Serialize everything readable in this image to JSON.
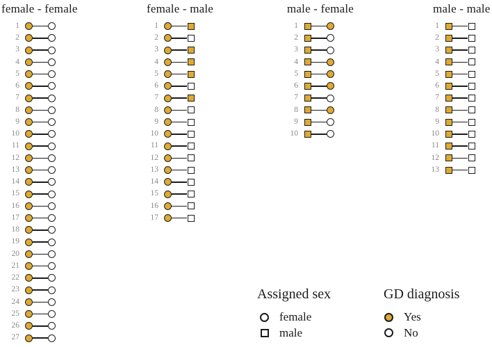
{
  "colors": {
    "gd_yes_fill": "#DDAA33",
    "marker_stroke": "#1B1B1B",
    "pair_number": "#8A8A8A",
    "background": "#FFFFFF"
  },
  "chart_data": {
    "type": "scatter",
    "subtype": "paired-dot-plot",
    "description": "Pairs of siblings/twins grouped by assigned-sex combination. Left marker = first member, right marker = second member. Shape encodes assigned sex (circle = female, square = male); gold fill = GD diagnosis Yes, white = No.",
    "legend_position": "bottom-right",
    "grid": false,
    "groups": [
      {
        "title": "female - female",
        "first_shape": "circle",
        "second_shape": "circle",
        "pairs": [
          {
            "n": 1,
            "first_gd": "Yes",
            "second_gd": "No"
          },
          {
            "n": 2,
            "first_gd": "Yes",
            "second_gd": "No"
          },
          {
            "n": 3,
            "first_gd": "Yes",
            "second_gd": "No"
          },
          {
            "n": 4,
            "first_gd": "Yes",
            "second_gd": "No"
          },
          {
            "n": 5,
            "first_gd": "Yes",
            "second_gd": "No"
          },
          {
            "n": 6,
            "first_gd": "Yes",
            "second_gd": "No"
          },
          {
            "n": 7,
            "first_gd": "Yes",
            "second_gd": "No"
          },
          {
            "n": 8,
            "first_gd": "Yes",
            "second_gd": "No"
          },
          {
            "n": 9,
            "first_gd": "Yes",
            "second_gd": "No"
          },
          {
            "n": 10,
            "first_gd": "Yes",
            "second_gd": "No"
          },
          {
            "n": 11,
            "first_gd": "Yes",
            "second_gd": "No"
          },
          {
            "n": 12,
            "first_gd": "Yes",
            "second_gd": "No"
          },
          {
            "n": 13,
            "first_gd": "Yes",
            "second_gd": "No"
          },
          {
            "n": 14,
            "first_gd": "Yes",
            "second_gd": "No"
          },
          {
            "n": 15,
            "first_gd": "Yes",
            "second_gd": "No"
          },
          {
            "n": 16,
            "first_gd": "Yes",
            "second_gd": "No"
          },
          {
            "n": 17,
            "first_gd": "Yes",
            "second_gd": "No"
          },
          {
            "n": 18,
            "first_gd": "Yes",
            "second_gd": "No"
          },
          {
            "n": 19,
            "first_gd": "Yes",
            "second_gd": "No"
          },
          {
            "n": 20,
            "first_gd": "Yes",
            "second_gd": "No"
          },
          {
            "n": 21,
            "first_gd": "Yes",
            "second_gd": "No"
          },
          {
            "n": 22,
            "first_gd": "Yes",
            "second_gd": "No"
          },
          {
            "n": 23,
            "first_gd": "Yes",
            "second_gd": "No"
          },
          {
            "n": 24,
            "first_gd": "Yes",
            "second_gd": "No"
          },
          {
            "n": 25,
            "first_gd": "Yes",
            "second_gd": "No"
          },
          {
            "n": 26,
            "first_gd": "Yes",
            "second_gd": "No"
          },
          {
            "n": 27,
            "first_gd": "Yes",
            "second_gd": "No"
          }
        ]
      },
      {
        "title": "female - male",
        "first_shape": "circle",
        "second_shape": "square",
        "pairs": [
          {
            "n": 1,
            "first_gd": "Yes",
            "second_gd": "Yes"
          },
          {
            "n": 2,
            "first_gd": "Yes",
            "second_gd": "No"
          },
          {
            "n": 3,
            "first_gd": "Yes",
            "second_gd": "Yes"
          },
          {
            "n": 4,
            "first_gd": "Yes",
            "second_gd": "Yes"
          },
          {
            "n": 5,
            "first_gd": "Yes",
            "second_gd": "Yes"
          },
          {
            "n": 6,
            "first_gd": "Yes",
            "second_gd": "No"
          },
          {
            "n": 7,
            "first_gd": "Yes",
            "second_gd": "Yes"
          },
          {
            "n": 8,
            "first_gd": "Yes",
            "second_gd": "No"
          },
          {
            "n": 9,
            "first_gd": "Yes",
            "second_gd": "No"
          },
          {
            "n": 10,
            "first_gd": "Yes",
            "second_gd": "No"
          },
          {
            "n": 11,
            "first_gd": "Yes",
            "second_gd": "No"
          },
          {
            "n": 12,
            "first_gd": "Yes",
            "second_gd": "No"
          },
          {
            "n": 13,
            "first_gd": "Yes",
            "second_gd": "No"
          },
          {
            "n": 14,
            "first_gd": "Yes",
            "second_gd": "No"
          },
          {
            "n": 15,
            "first_gd": "Yes",
            "second_gd": "No"
          },
          {
            "n": 16,
            "first_gd": "Yes",
            "second_gd": "No"
          },
          {
            "n": 17,
            "first_gd": "Yes",
            "second_gd": "No"
          }
        ]
      },
      {
        "title": "male - female",
        "first_shape": "square",
        "second_shape": "circle",
        "pairs": [
          {
            "n": 1,
            "first_gd": "Yes",
            "second_gd": "Yes"
          },
          {
            "n": 2,
            "first_gd": "Yes",
            "second_gd": "No"
          },
          {
            "n": 3,
            "first_gd": "Yes",
            "second_gd": "No"
          },
          {
            "n": 4,
            "first_gd": "Yes",
            "second_gd": "Yes"
          },
          {
            "n": 5,
            "first_gd": "Yes",
            "second_gd": "Yes"
          },
          {
            "n": 6,
            "first_gd": "Yes",
            "second_gd": "Yes"
          },
          {
            "n": 7,
            "first_gd": "Yes",
            "second_gd": "No"
          },
          {
            "n": 8,
            "first_gd": "Yes",
            "second_gd": "Yes"
          },
          {
            "n": 9,
            "first_gd": "Yes",
            "second_gd": "No"
          },
          {
            "n": 10,
            "first_gd": "Yes",
            "second_gd": "No"
          }
        ]
      },
      {
        "title": "male - male",
        "first_shape": "square",
        "second_shape": "square",
        "pairs": [
          {
            "n": 1,
            "first_gd": "Yes",
            "second_gd": "No"
          },
          {
            "n": 2,
            "first_gd": "Yes",
            "second_gd": "No"
          },
          {
            "n": 3,
            "first_gd": "Yes",
            "second_gd": "No"
          },
          {
            "n": 4,
            "first_gd": "Yes",
            "second_gd": "No"
          },
          {
            "n": 5,
            "first_gd": "Yes",
            "second_gd": "No"
          },
          {
            "n": 6,
            "first_gd": "Yes",
            "second_gd": "No"
          },
          {
            "n": 7,
            "first_gd": "Yes",
            "second_gd": "No"
          },
          {
            "n": 8,
            "first_gd": "Yes",
            "second_gd": "No"
          },
          {
            "n": 9,
            "first_gd": "Yes",
            "second_gd": "No"
          },
          {
            "n": 10,
            "first_gd": "Yes",
            "second_gd": "No"
          },
          {
            "n": 11,
            "first_gd": "Yes",
            "second_gd": "No"
          },
          {
            "n": 12,
            "first_gd": "Yes",
            "second_gd": "No"
          },
          {
            "n": 13,
            "first_gd": "Yes",
            "second_gd": "No"
          }
        ]
      }
    ],
    "legend": {
      "assigned_sex": {
        "title": "Assigned sex",
        "items": [
          {
            "shape": "circle",
            "label": "female"
          },
          {
            "shape": "square",
            "label": "male"
          }
        ]
      },
      "gd_diagnosis": {
        "title": "GD diagnosis",
        "items": [
          {
            "filled": true,
            "label": "Yes"
          },
          {
            "filled": false,
            "label": "No"
          }
        ]
      }
    }
  }
}
